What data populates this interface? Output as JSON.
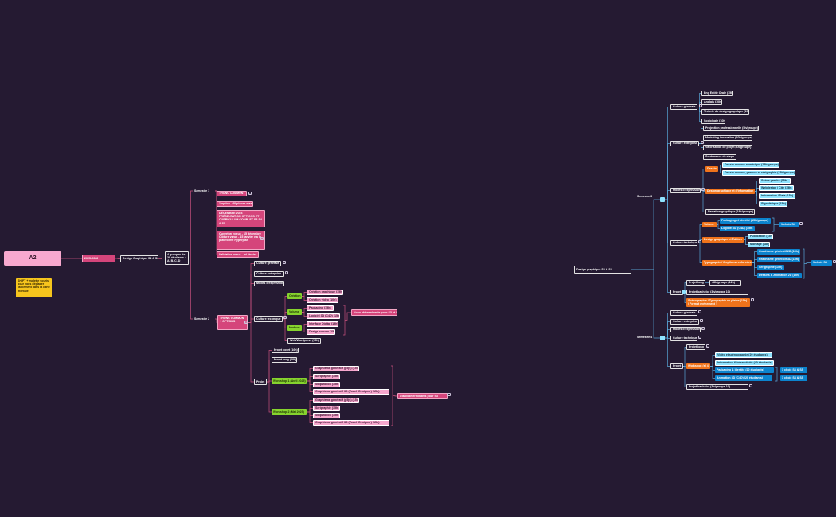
{
  "colors": {
    "background": "#251a32",
    "edge_left": "#c9527f",
    "edge_right": "#59a6d6",
    "magenta": "#d5457b",
    "pink": "#f6a7cd",
    "green": "#86d32e",
    "cyan": "#8fe3ff",
    "blue": "#0c83cd",
    "orange": "#f0731b",
    "yellow": "#f6c51d"
  },
  "nodes": {
    "a2": "A2",
    "year": "2025-2026",
    "note": "SHIFT + molette souris pour vous déplacer facilement dans la carte mentale",
    "dg12": "Design Graphique S1 & S2",
    "groupes": "4 groupes de 20 étudiants : A, B, C, D",
    "sem1": "Semestre 1",
    "s1_tronc": "TRONC COMMUN",
    "s1_option": "1 option - 40 places max",
    "s1_decembre": "DÉCEMBRE 2024 PRÉSENTATION OPTIONS ET CURRICULUM COMPLET S3-S4 & S5",
    "s1_ouverture": "Ouverture vœux - 15 décembre Clôture vœux - 15 janvier via la plateforme Hyperplan",
    "s1_validation": "Validation vœux - mi-février",
    "sem2": "Semestre 2",
    "s2_tronc": "TRONC COMMUN + OPTIONS",
    "s2_cg": "Culture générale",
    "s2_ce": "Culture entreprise",
    "s2_me": "Modes d'expression",
    "s2_ct": "Culture technique",
    "s2_creation": "Création",
    "s2_cgraph": "Création graphique (15h)",
    "s2_cvideo": "Création vidéo (10h)",
    "s2_volume": "Volume",
    "s2_packaging": "Packaging (15h)",
    "s2_logiciel": "Logiciel 3D (C4D) (15h)",
    "s2_medium": "Medium",
    "s2_interface": "Interface Digital (15h)",
    "s2_sonore": "Design sonore (15h)",
    "s2_web": "Web/Wordpress (15h)",
    "s2_voeux1": "Vœux déterminants pour S3 et S4",
    "s2_projet": "Projet",
    "s2_pcourt": "Projet court (16h)",
    "s2_plong": "Projet long (48h)",
    "ws1": "Workshop 1 (Avril 2025)",
    "ws1_a": "Graphisme génératif (p5js) (15h)",
    "ws1_b": "Sérigraphie (15h)",
    "ws1_c": "StopMotion (15h)",
    "ws1_d": "Graphisme génératif 3D (Touch Designer) (15h)",
    "ws2": "Workshop 2 (Mai 2025)",
    "ws2_a": "Graphisme génératif (p5js) (15h)",
    "ws2_b": "Sérigraphie (15h)",
    "ws2_c": "StopMotion (15h)",
    "ws2_d": "Graphisme génératif 3D (Touch Designer) (15h)",
    "s2_voeux2": "Vœux déterminants pour S3",
    "dg34": "Design graphique S3 & S4",
    "sem3": "Semestre 3",
    "s3_cg": "Culture générale",
    "s3_eng": "Eng Entite Orale (15h)",
    "s3_anglais": "Anglais (10h)",
    "s3_theorie": "Théorie du design graphique (15h)",
    "s3_socio": "Sociologie (10h)",
    "s3_ce": "Culture entreprise",
    "s3_projpro": "Projection professionnelle (5h/groupe)",
    "s3_marketing": "Marketing innovation (10h/groupe)",
    "s3_valorisation": "Valorisation de projet (6h/groupe)",
    "s3_stage": "Soutenance de stage",
    "s3_me": "Modes d'expression",
    "s3_dessin": "Dessin",
    "s3_dessin_num": "Dessin couleur numérique (15h/groupe)",
    "s3_dessin_grav": "Dessin couleur, gravure et sérigraphie (15h/groupe)",
    "s3_dgi": "Design graphique et d'information",
    "s3_scene": "Scène graphe (15h)",
    "s3_webdesign": "Webdesign / City (15h)",
    "s3_info": "Information / Data (15h)",
    "s3_signal": "Signalétique (15h)",
    "s3_narration": "Narration graphique (18h/groupe)",
    "s3_ct": "Culture technique",
    "s3_volume": "Volume",
    "s3_pack": "Packaging et identité (15h/groupe)",
    "s3_log3d": "Logiciel 3D (C4D) (15h)",
    "s3_choix1": "1 choix S4",
    "s3_dge": "Design graphique et Édition",
    "s3_publication": "Publication (15h)",
    "s3_montage": "Montage (18h)",
    "s3_typo": "Typographie / 2 options renforcées",
    "s3_ggen2d": "Graphisme génératif 2D (15h)",
    "s3_ggen3d": "Graphisme génératif 3D (15h)",
    "s3_serigraphie": "Sérigraphie (15h)",
    "s3_dessins": "Dessins & Animation 2D (15h)",
    "s3_choix2": "1 choix S4",
    "s3_projet": "Projet",
    "s3_plong": "Projet long",
    "s3_plong_grp": "48h/groupe (12h)",
    "s3_pbachelor": "Projet bachelor (3h/groupe 10)",
    "s3_scenogra": "Scénographie / Typographie en pleine (15h) / Format événement ?",
    "sem4": "Semestre 4",
    "s4_cg": "Culture générale",
    "s4_ce": "Culture entreprise",
    "s4_me": "Modes d'expression",
    "s4_ct": "Culture technique",
    "s4_projet": "Projet",
    "s4_plong": "Projet long",
    "s4_workshop": "Workshop (sl 4)",
    "s4_video": "Vidéo et scénographie (20 étudiants)",
    "s4_infointer": "Information & interactivité (40 étudiants)",
    "s4_pack": "Packaging & Identité (20 étudiants)",
    "s4_anim": "Animation 3D (C4D) (20 étudiants)",
    "s4_choix_a": "1 choix S4 & S5",
    "s4_choix_b": "1 choix S4 & S5",
    "s4_pbachelor": "Projet bachelor (3h/groupe 10)"
  }
}
